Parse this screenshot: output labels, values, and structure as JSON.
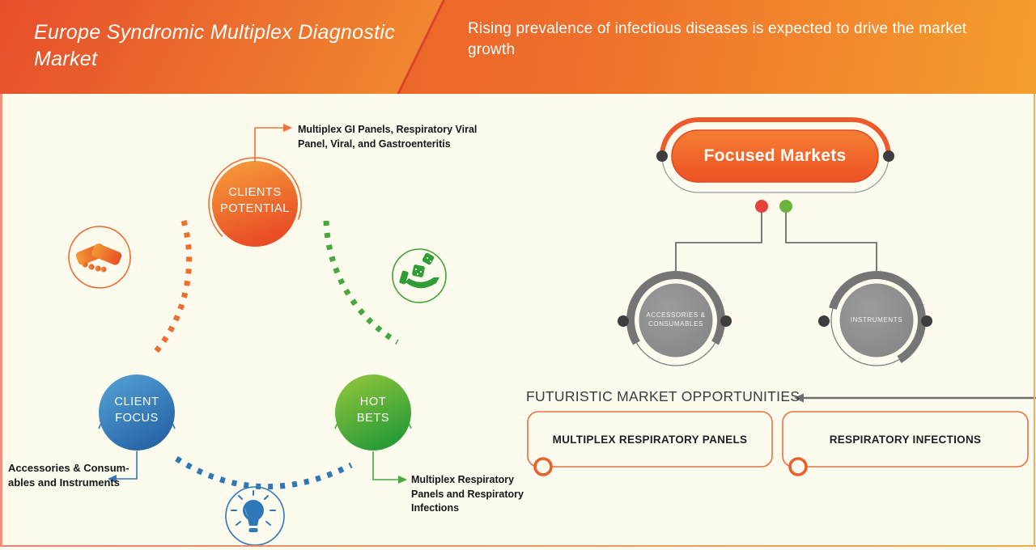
{
  "colors": {
    "header_gradient_left": "#e6502c",
    "header_gradient_right": "#f49e2e",
    "accent_orange": "#ee5a26",
    "accent_blue": "#2e6fb0",
    "accent_green": "#3fa435",
    "gray_node": "#8d8d8d",
    "dark_dot": "#3d3d3d",
    "red_dot": "#e3443a",
    "green_dot": "#6ab43e",
    "background_cream": "#fdfaee"
  },
  "header": {
    "title": "Europe Syndromic Multiplex Diagnostic Market",
    "subtitle": "Rising prevalence of infectious diseases is expected to drive the market growth"
  },
  "cycle": {
    "clients_potential": {
      "label_lines": [
        "CLIENTS",
        "POTENTIAL"
      ],
      "annotation_lines": [
        "Multiplex GI Panels, Respiratory Viral",
        "Panel, Viral, and Gastroenteritis"
      ]
    },
    "client_focus": {
      "label_lines": [
        "CLIENT",
        "FOCUS"
      ],
      "annotation_lines": [
        "Accessories & Consum-",
        "ables and Instruments"
      ]
    },
    "hot_bets": {
      "label_lines": [
        "HOT",
        "BETS"
      ],
      "annotation_lines": [
        "Multiplex Respiratory",
        "Panels and Respiratory",
        "Infections"
      ]
    },
    "icons": {
      "handshake": "handshake-icon",
      "dice_in_hand": "dice-in-hand-icon",
      "lightbulb": "lightbulb-icon"
    }
  },
  "focused_markets": {
    "title": "Focused Markets",
    "nodes": [
      {
        "label_lines": [
          "ACCESSORIES &",
          "CONSUMABLES"
        ]
      },
      {
        "label_lines": [
          "INSTRUMENTS",
          ""
        ]
      }
    ]
  },
  "opportunities": {
    "heading": "FUTURISTIC MARKET OPPORTUNITIES",
    "items": [
      {
        "label": "MULTIPLEX RESPIRATORY PANELS"
      },
      {
        "label": "RESPIRATORY INFECTIONS"
      }
    ]
  }
}
